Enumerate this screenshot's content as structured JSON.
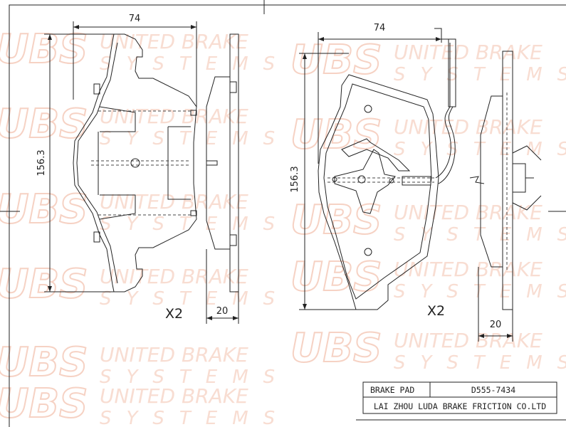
{
  "watermark": {
    "logo": "UBS",
    "line1": "UNITED BRAKE",
    "line2": "SYSTEMS",
    "color": "#f6d2c4"
  },
  "left_view": {
    "width_dim": "74",
    "height_dim": "156.3",
    "thickness_dim": "20",
    "quantity": "X2"
  },
  "right_view": {
    "width_dim": "74",
    "height_dim": "156.3",
    "thickness_dim": "20",
    "quantity": "X2"
  },
  "title_block": {
    "part_name": "BRAKE PAD",
    "part_number": "D555-7434",
    "company": "LAI ZHOU LUDA BRAKE FRICTION CO.LTD"
  }
}
